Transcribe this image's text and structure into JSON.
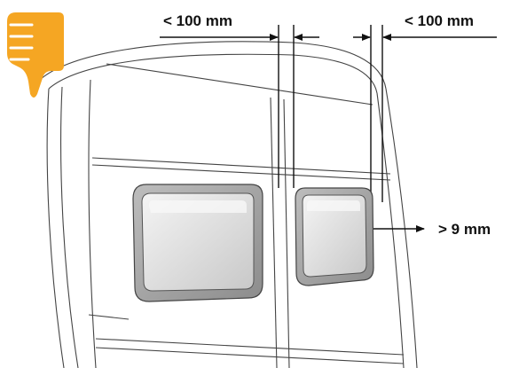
{
  "labels": {
    "left_gap": "< 100 mm",
    "right_gap": "< 100 mm",
    "protrusion": "> 9 mm"
  },
  "icon": {
    "name": "thumbs-down-icon"
  },
  "colors": {
    "thumb": "#f5a623",
    "outline": "#333333",
    "window_fill": "#d8d8d8",
    "window_light": "#f4f4f4",
    "frame": "#8a8a8a"
  }
}
